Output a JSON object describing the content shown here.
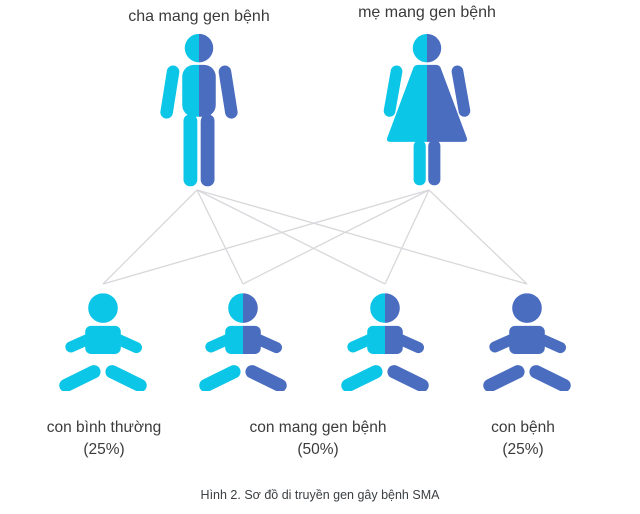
{
  "colors": {
    "cyan": "#0BC6E6",
    "blue": "#4A6DC0",
    "line": "#D8D8DC",
    "label_text": "#3B3B3B",
    "caption_text": "#3C4043"
  },
  "parents": [
    {
      "label": "cha mang gen bệnh",
      "status": "carrier"
    },
    {
      "label": "mẹ mang gen bệnh",
      "status": "carrier"
    }
  ],
  "outcomes": [
    {
      "label": "con bình thường",
      "percent": "(25%)"
    },
    {
      "label": "con mang gen bệnh",
      "percent": "(50%)"
    },
    {
      "label": "con bệnh",
      "percent": "(25%)"
    }
  ],
  "caption": "Hình 2. Sơ đồ di truyền gen gây bệnh SMA"
}
